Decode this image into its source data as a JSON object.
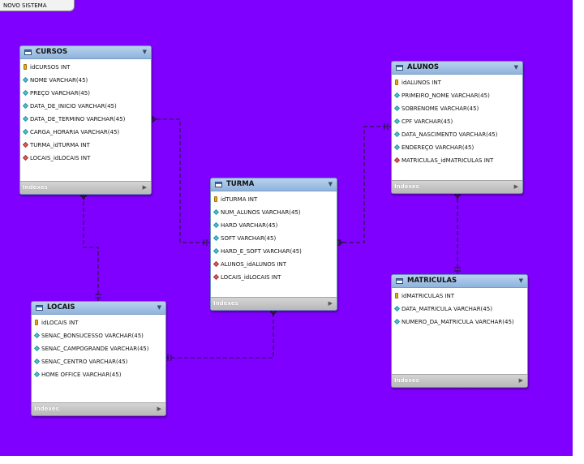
{
  "diagram": {
    "tab_label": "NOVO SISTEMA",
    "indexes_label": "Indexes"
  },
  "tables": {
    "cursos": {
      "title": "CURSOS",
      "columns": [
        {
          "label": "idCURSOS INT",
          "kind": "key"
        },
        {
          "label": "NOME VARCHAR(45)",
          "kind": "col"
        },
        {
          "label": "PREÇO VARCHAR(45)",
          "kind": "col"
        },
        {
          "label": "DATA_DE_INICIO VARCHAR(45)",
          "kind": "col"
        },
        {
          "label": "DATA_DE_TERMINO VARCHAR(45)",
          "kind": "col"
        },
        {
          "label": "CARGA_HORARIA VARCHAR(45)",
          "kind": "col"
        },
        {
          "label": "TURMA_idTURMA INT",
          "kind": "fk"
        },
        {
          "label": "LOCAIS_idLOCAIS INT",
          "kind": "fk"
        }
      ]
    },
    "alunos": {
      "title": "ALUNOS",
      "columns": [
        {
          "label": "idALUNOS INT",
          "kind": "key"
        },
        {
          "label": "PRIMEIRO_NOME VARCHAR(45)",
          "kind": "col"
        },
        {
          "label": "SOBRENOME VARCHAR(45)",
          "kind": "col"
        },
        {
          "label": "CPF VARCHAR(45)",
          "kind": "col"
        },
        {
          "label": "DATA_NASCIMENTO VARCHAR(45)",
          "kind": "col"
        },
        {
          "label": "ENDEREÇO VARCHAR(45)",
          "kind": "col"
        },
        {
          "label": "MATRICULAS_idMATRICULAS INT",
          "kind": "fk"
        }
      ]
    },
    "turma": {
      "title": "TURMA",
      "columns": [
        {
          "label": "idTURMA INT",
          "kind": "key"
        },
        {
          "label": "NUM_ALUNOS VARCHAR(45)",
          "kind": "col"
        },
        {
          "label": "HARD VARCHAR(45)",
          "kind": "col"
        },
        {
          "label": "SOFT VARCHAR(45)",
          "kind": "col"
        },
        {
          "label": "HARD_E_SOFT VARCHAR(45)",
          "kind": "col"
        },
        {
          "label": "ALUNOS_idALUNOS INT",
          "kind": "fk"
        },
        {
          "label": "LOCAIS_idLOCAIS INT",
          "kind": "fk"
        }
      ]
    },
    "locais": {
      "title": "LOCAIS",
      "columns": [
        {
          "label": "idLOCAIS INT",
          "kind": "key"
        },
        {
          "label": "SENAC_BONSUCESSO VARCHAR(45)",
          "kind": "col"
        },
        {
          "label": "SENAC_CAMPOGRANDE VARCHAR(45)",
          "kind": "col"
        },
        {
          "label": "SENAC_CENTRO VARCHAR(45)",
          "kind": "col"
        },
        {
          "label": "HOME OFFICE VARCHAR(45)",
          "kind": "col"
        }
      ]
    },
    "matriculas": {
      "title": "MATRICULAS",
      "columns": [
        {
          "label": "idMATRICULAS INT",
          "kind": "key"
        },
        {
          "label": "DATA_MATRICULA VARCHAR(45)",
          "kind": "col"
        },
        {
          "label": "NUMERO_DA_MATRICULA VARCHAR(45)",
          "kind": "col"
        }
      ]
    }
  },
  "colors": {
    "canvas": "#8000ff",
    "relationship_line": "#1a1a1a"
  }
}
